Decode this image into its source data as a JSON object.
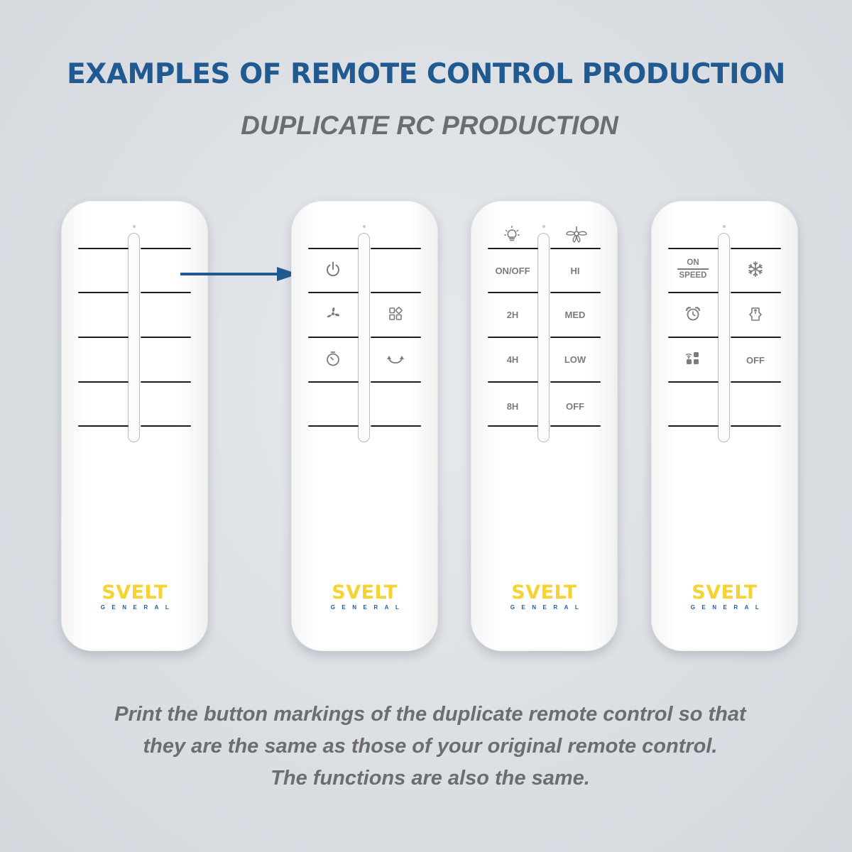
{
  "header": {
    "title": "EXAMPLES OF REMOTE CONTROL PRODUCTION",
    "subtitle": "DUPLICATE RC PRODUCTION"
  },
  "brand": {
    "name": "SVELT",
    "tagline": "GENERAL"
  },
  "remotes": [
    {
      "id": "blank",
      "buttons": []
    },
    {
      "id": "icon-remote",
      "icons": [
        "power-icon",
        "fan-icon",
        "grid-icon",
        "timer-icon",
        "swing-icon"
      ]
    },
    {
      "id": "text-remote",
      "top_icons": [
        "light-icon",
        "fan-blades-icon"
      ],
      "left": [
        "ON/OFF",
        "2H",
        "4H",
        "8H"
      ],
      "right": [
        "HI",
        "MED",
        "LOW",
        "OFF"
      ]
    },
    {
      "id": "mixed-remote",
      "on_speed": {
        "top": "ON",
        "bottom": "SPEED"
      },
      "off_label": "OFF",
      "icons": [
        "snowflake-icon",
        "alarm-icon",
        "oscillate-icon",
        "wifi-grid-icon"
      ]
    }
  ],
  "footer": {
    "line1": "Print the button markings of the duplicate remote control so that",
    "line2": "they are the same as those of your original remote control.",
    "line3": "The functions are also the same."
  },
  "colors": {
    "title": "#215a91",
    "subtitle": "#6b6d70",
    "logo_yellow": "#f5d330",
    "logo_blue": "#2a5d95",
    "arrow": "#215a91"
  }
}
